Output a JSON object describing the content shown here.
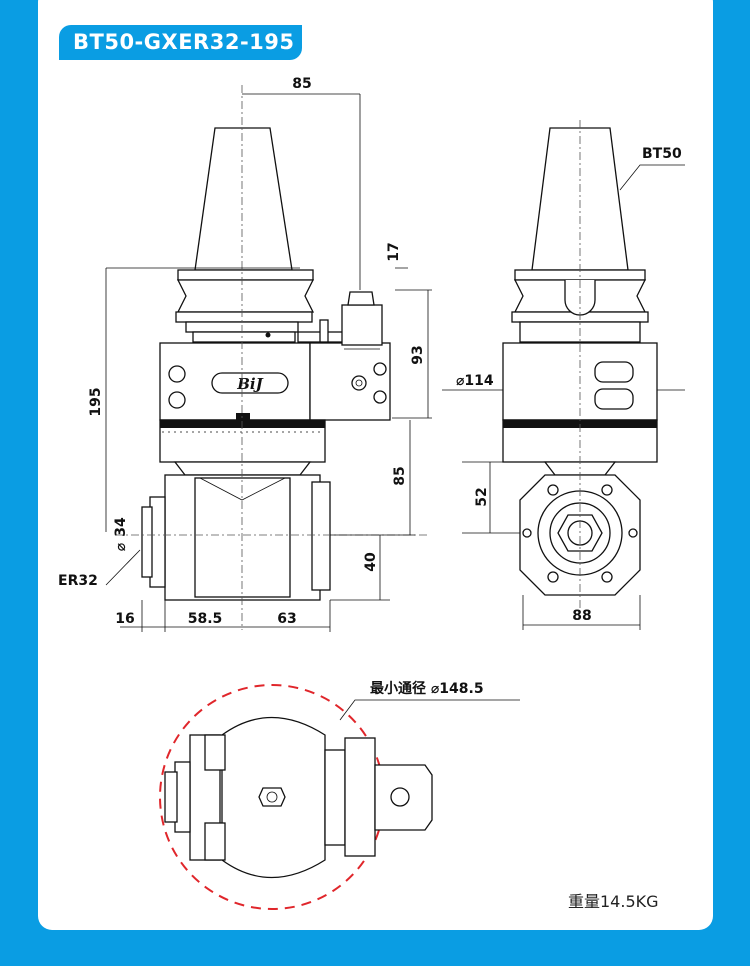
{
  "title": "BT50-GXER32-195",
  "logo_text": "BiJ",
  "side_view": {
    "dim_offset": "85",
    "dim_top_step": "17",
    "dim_stop_height": "93",
    "dim_total_length": "195",
    "dim_center_height": "85",
    "dim_nose": "40",
    "dim_collet_dia": "34",
    "dia_symbol": "⌀",
    "collet_label": "ER32",
    "dim_front": "16",
    "dim_left": "58.5",
    "dim_right": "63"
  },
  "front_view": {
    "taper_label": "BT50",
    "dim_body_dia": "⌀114",
    "dim_height": "52",
    "dim_width": "88"
  },
  "top_view": {
    "min_bore_label": "最小通径 ⌀148.5",
    "circle_color": "#e0262b"
  },
  "weight": "重量14.5KG",
  "colors": {
    "brand_blue": "#0a9de3"
  }
}
